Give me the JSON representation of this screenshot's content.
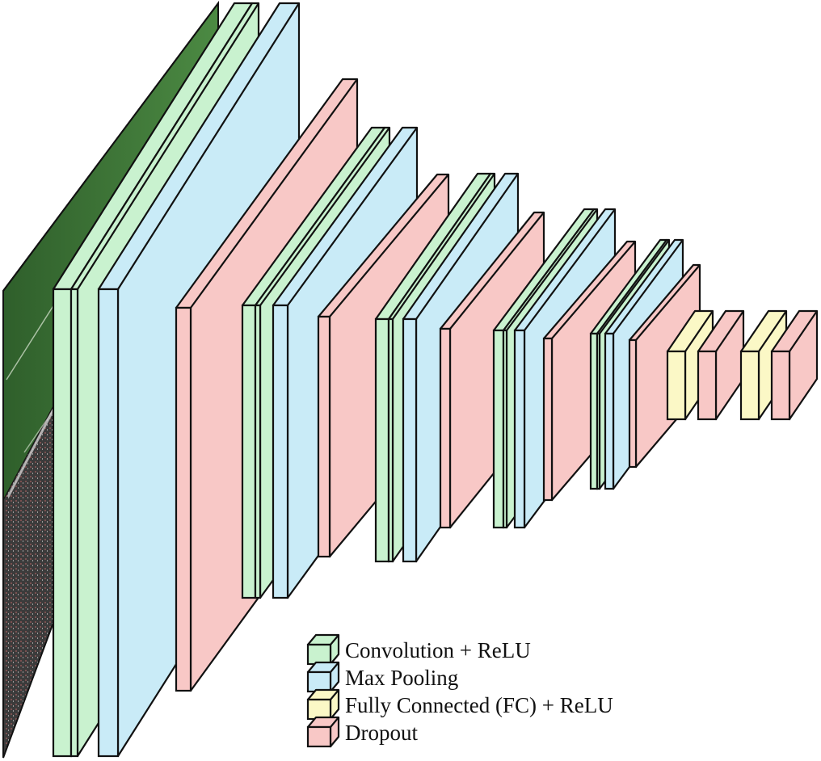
{
  "colors": {
    "conv": "#c9f2cf",
    "pool": "#c9ebf7",
    "fc": "#fbf8c6",
    "dropout": "#f8c8c6",
    "stroke": "#111111",
    "input_field_dark": "#2f5f2b",
    "input_field_light": "#4c8a43",
    "input_crowd": "#3b3b3b"
  },
  "input_image": {
    "description_icon": "soccer-field-image",
    "kind": "input frame"
  },
  "stages": [
    {
      "layers": [
        "conv",
        "conv",
        "pool",
        "dropout"
      ]
    },
    {
      "layers": [
        "conv",
        "conv",
        "pool",
        "dropout"
      ]
    },
    {
      "layers": [
        "conv",
        "conv",
        "pool",
        "dropout"
      ]
    },
    {
      "layers": [
        "conv",
        "conv",
        "pool",
        "dropout"
      ]
    },
    {
      "layers": [
        "conv",
        "conv",
        "pool",
        "dropout"
      ]
    },
    {
      "layers": [
        "fc",
        "dropout"
      ]
    },
    {
      "layers": [
        "fc",
        "dropout"
      ]
    }
  ],
  "legend": [
    {
      "type": "conv",
      "label": "Convolution + ReLU"
    },
    {
      "type": "pool",
      "label": "Max Pooling"
    },
    {
      "type": "fc",
      "label": "Fully Connected (FC) + ReLU"
    },
    {
      "type": "dropout",
      "label": "Dropout"
    }
  ]
}
